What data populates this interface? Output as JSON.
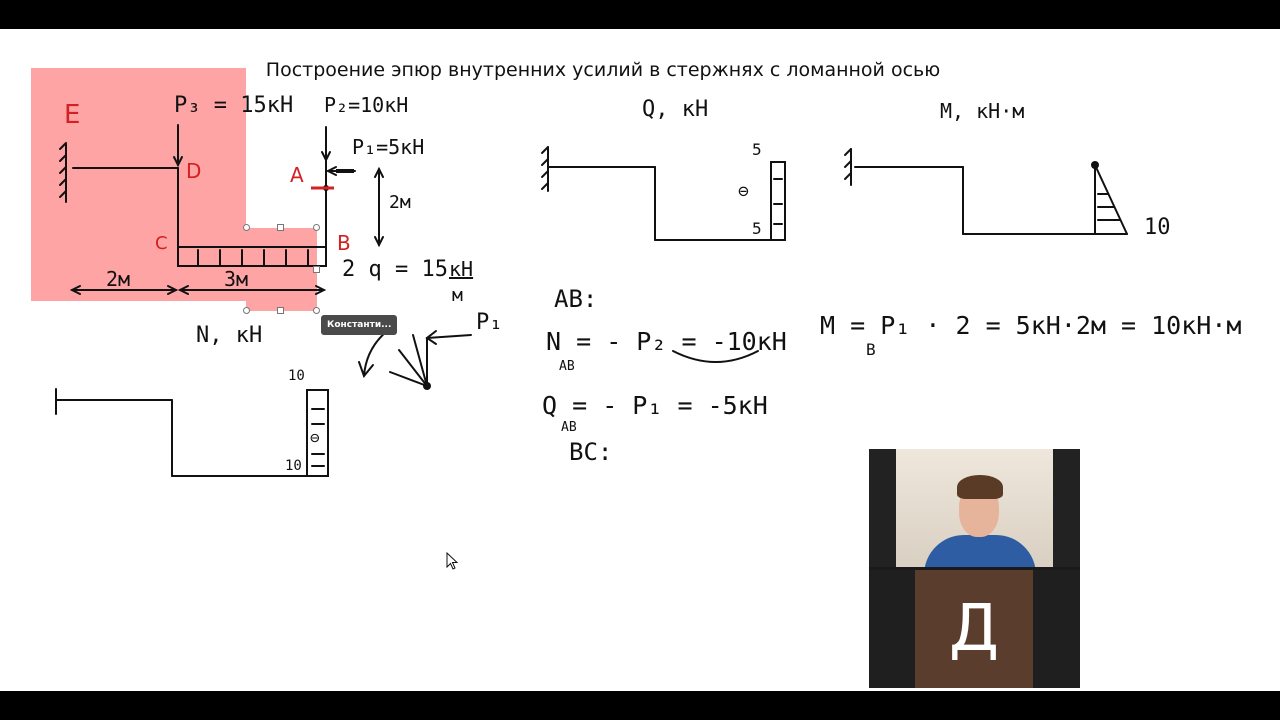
{
  "title": "Построение эпюр внутренних усилий в стержнях с ломанной осью",
  "scheme": {
    "point_e": "E",
    "point_d": "D",
    "point_a": "A",
    "point_b": "B",
    "point_c": "C",
    "p3": "P₃ = 15кН",
    "p2": "P₂=10кН",
    "p1": "P₁=5кН",
    "len_ab": "2м",
    "len_ed": "2м",
    "len_cb": "3м",
    "q_prefix": "2 q = 15",
    "q_unit_num": "кН",
    "q_unit_den": "м"
  },
  "diagram_n": {
    "title": "N, кН",
    "top_value": "10",
    "bottom_value": "10",
    "sign": "⊖"
  },
  "diagram_q": {
    "title": "Q, кН",
    "top_value": "5",
    "bottom_value": "5",
    "sign": "⊖"
  },
  "diagram_m": {
    "title": "M, кН·м",
    "value": "10"
  },
  "aside": {
    "p1_label": "P₁"
  },
  "calc": {
    "section": "AB:",
    "n_ab": "N   = - P₂ = -10кН",
    "n_ab_sub": "AB",
    "q_ab": "Q   = - P₁ = -5кН",
    "q_ab_sub": "AB",
    "next_section": "BC:",
    "m_b": "M  =  P₁ · 2 = 5кН·2м = 10кН·м",
    "m_b_sub": "B"
  },
  "tooltip": "Константи...",
  "video": {
    "participant_initial": "Д"
  },
  "colors": {
    "highlight": "#ff5a5a",
    "annotation_red": "#d42020",
    "ink": "#111111"
  }
}
